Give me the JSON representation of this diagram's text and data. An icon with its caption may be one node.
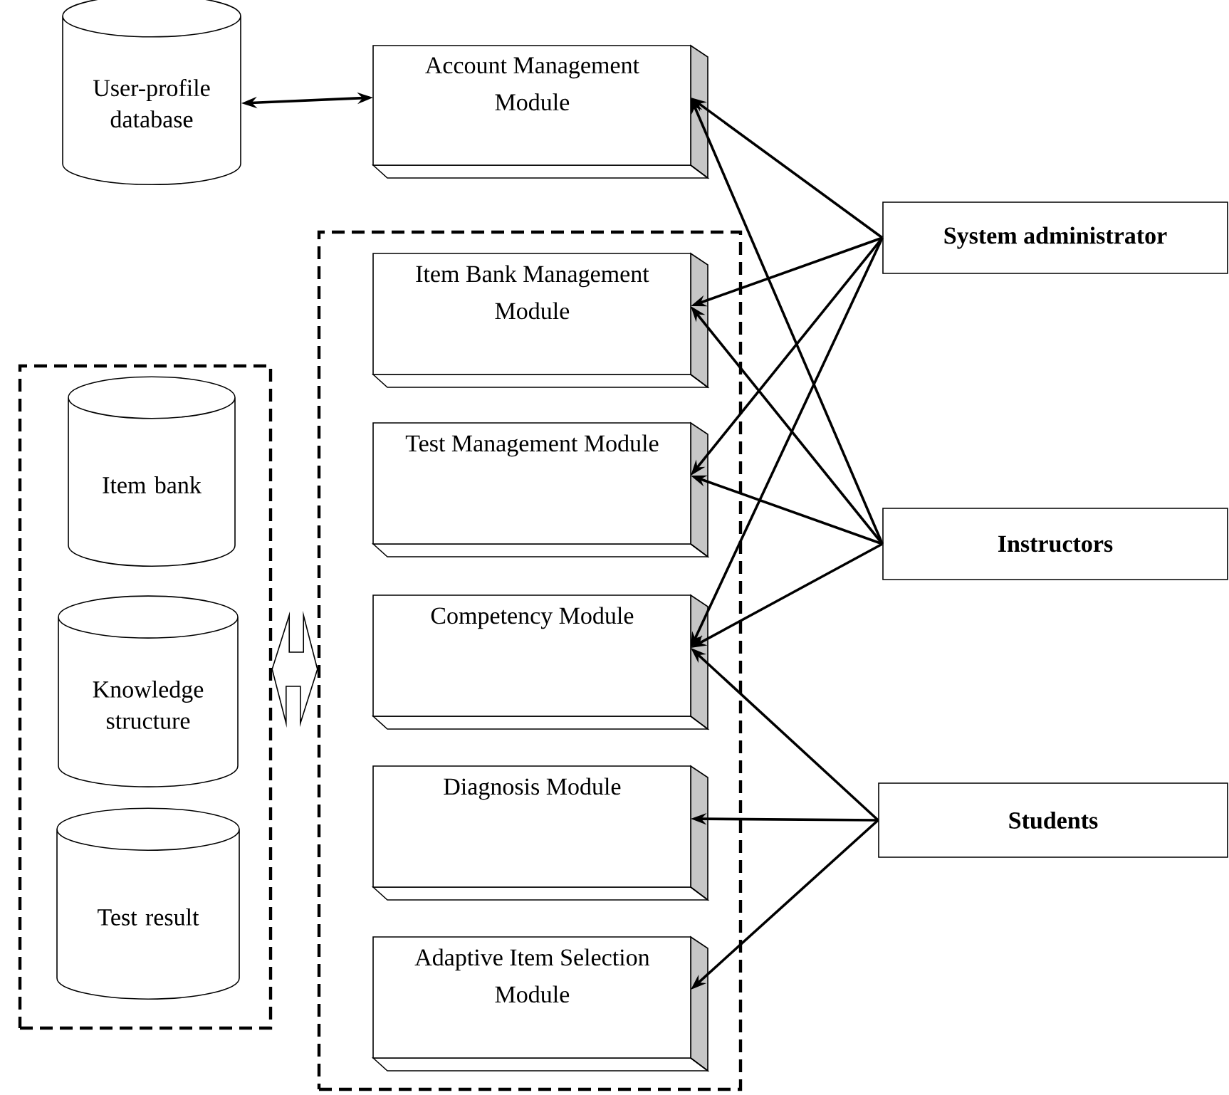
{
  "diagram": {
    "nodes": [
      {
        "text": [
          "User-profile database"
        ]
      },
      {
        "text": [
          "Account Management Module"
        ]
      },
      {
        "text": [],
        "shape": "box"
      },
      {
        "text": [
          "Item bank"
        ],
        "in": 2
      },
      {
        "text": [
          "Knowledge structure"
        ],
        "in": 2
      },
      {
        "text": [
          "Test result"
        ],
        "in": 2
      },
      {
        "text": [],
        "shape": "box"
      },
      {
        "text": [
          "Item Bank Management Module"
        ],
        "in": 6
      },
      {
        "text": [
          "Test Management Module"
        ],
        "in": 6
      },
      {
        "text": [
          "Competency Module"
        ],
        "in": 6
      },
      {
        "text": [
          "Diagnosis Module"
        ],
        "in": 6
      },
      {
        "text": [
          "Adaptive Item Selection Module"
        ],
        "in": 6
      },
      {
        "text": [
          "System administrator"
        ]
      },
      {
        "text": [
          "Instructors"
        ]
      },
      {
        "text": [
          "Students"
        ]
      }
    ],
    "edges": [
      {
        "from": 0,
        "to": 1,
        "arrow": "both"
      },
      {
        "from": 2,
        "to": 6,
        "arrow": "both"
      },
      {
        "from": 12,
        "to": 1,
        "arrow": "to"
      },
      {
        "from": 12,
        "to": 7,
        "arrow": "to"
      },
      {
        "from": 12,
        "to": 8,
        "arrow": "to"
      },
      {
        "from": 12,
        "to": 9,
        "arrow": "to"
      },
      {
        "from": 13,
        "to": 1,
        "arrow": "to"
      },
      {
        "from": 13,
        "to": 7,
        "arrow": "to"
      },
      {
        "from": 13,
        "to": 8,
        "arrow": "to"
      },
      {
        "from": 13,
        "to": 9,
        "arrow": "to"
      },
      {
        "from": 14,
        "to": 9,
        "arrow": "to"
      },
      {
        "from": 14,
        "to": 10,
        "arrow": "to"
      },
      {
        "from": 14,
        "to": 11,
        "arrow": "to"
      }
    ]
  }
}
